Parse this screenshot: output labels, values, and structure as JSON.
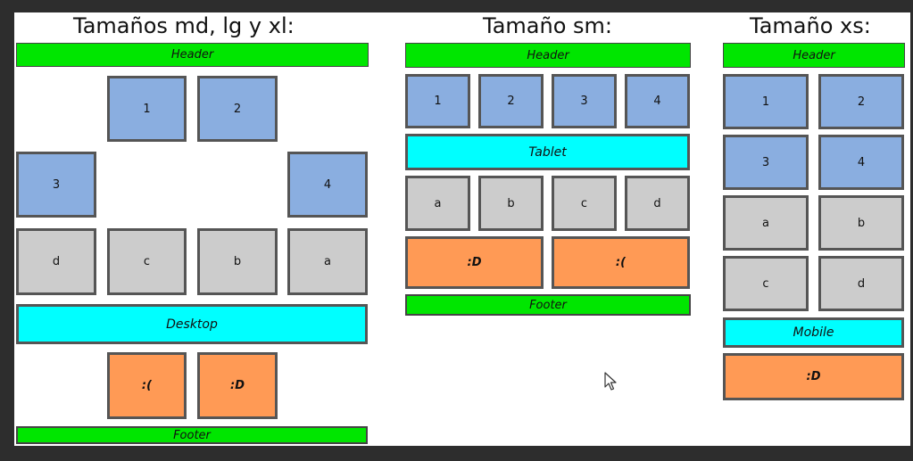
{
  "titles": {
    "md": "Tamaños md, lg y xl:",
    "sm": "Tamaño sm:",
    "xs": "Tamaño xs:"
  },
  "md": {
    "header": "Header",
    "boxes": {
      "b1": "1",
      "b2": "2",
      "b3": "3",
      "b4": "4",
      "d": "d",
      "c": "c",
      "b": "b",
      "a": "a"
    },
    "desktop": "Desktop",
    "sad": ":(",
    "happy": ":D",
    "footer": "Footer"
  },
  "sm": {
    "header": "Header",
    "boxes": {
      "b1": "1",
      "b2": "2",
      "b3": "3",
      "b4": "4",
      "a": "a",
      "b": "b",
      "c": "c",
      "d": "d"
    },
    "tablet": "Tablet",
    "happy": ":D",
    "sad": ":(",
    "footer": "Footer"
  },
  "xs": {
    "header": "Header",
    "boxes": {
      "b1": "1",
      "b2": "2",
      "b3": "3",
      "b4": "4",
      "a": "a",
      "b": "b",
      "c": "c",
      "d": "d"
    },
    "mobile": "Mobile",
    "happy": ":D"
  },
  "colors": {
    "header_footer": "#00e600",
    "device": "#00ffff",
    "number_box": "#8aaee0",
    "letter_box": "#cccccc",
    "emoticon_box": "#ff9a55",
    "background": "#2d2d2d"
  },
  "icons": {
    "cursor": "mouse-pointer-icon"
  }
}
